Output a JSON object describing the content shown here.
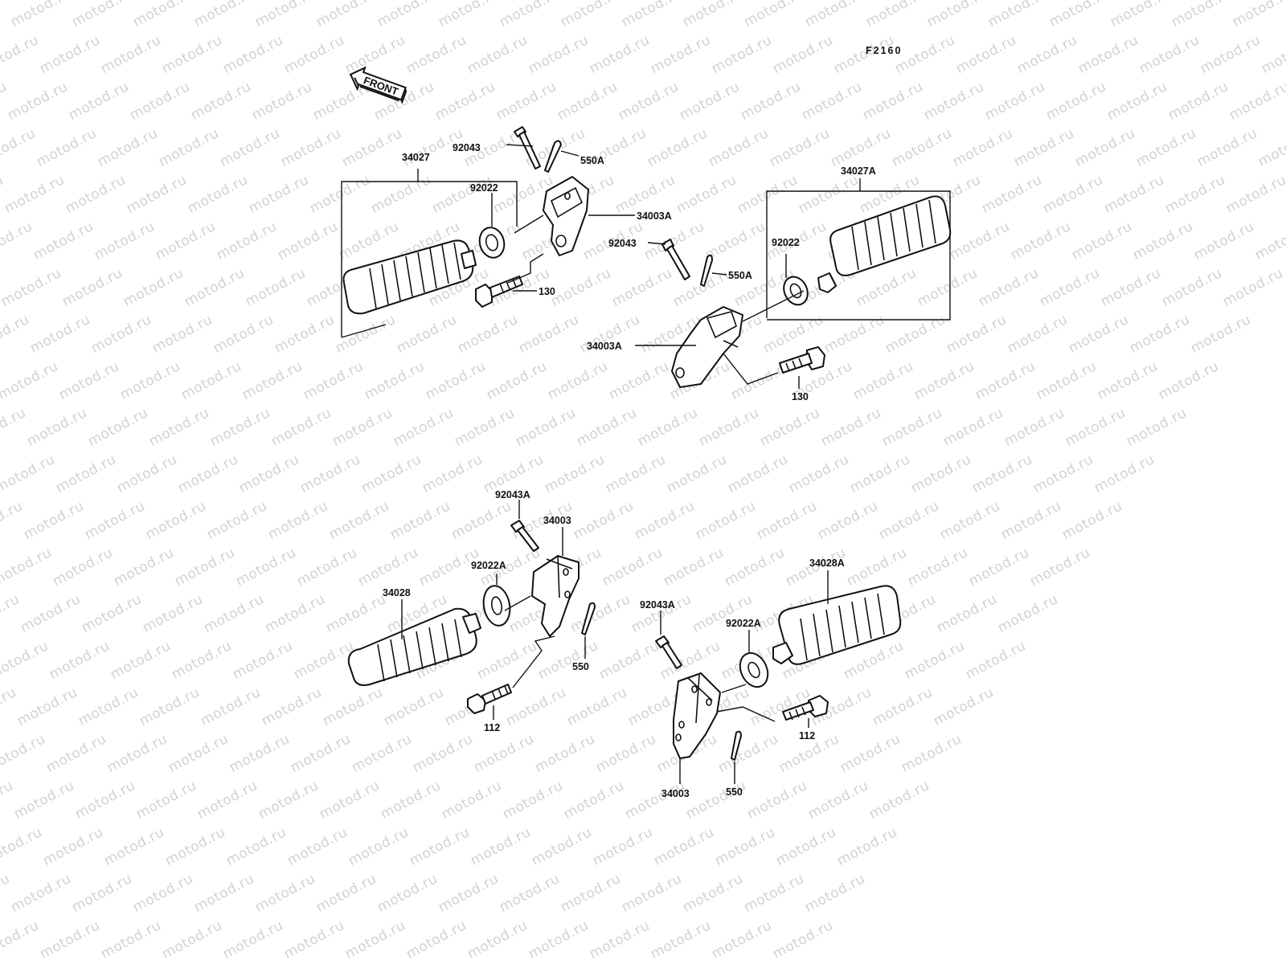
{
  "figure_code": "F2160",
  "front_label": "FRONT",
  "watermark_text": "motod.ru",
  "labels": {
    "fl_assembly": "34027",
    "fr_assembly": "34027A",
    "fl_pin": "92043",
    "fl_cotter": "550A",
    "fl_washer": "92022",
    "fl_bracket": "34003A",
    "fl_bolt": "130",
    "fr_pin": "92043",
    "fr_cotter": "550A",
    "fr_washer": "92022",
    "fr_bracket": "34003A",
    "fr_bolt": "130",
    "rl_pin": "92043A",
    "rl_bracket": "34003",
    "rl_washer": "92022A",
    "rl_peg": "34028",
    "rl_cotter": "550",
    "rl_bolt": "112",
    "rr_peg": "34028A",
    "rr_pin": "92043A",
    "rr_washer": "92022A",
    "rr_bolt": "112",
    "rr_bracket": "34003",
    "rr_cotter": "550"
  }
}
